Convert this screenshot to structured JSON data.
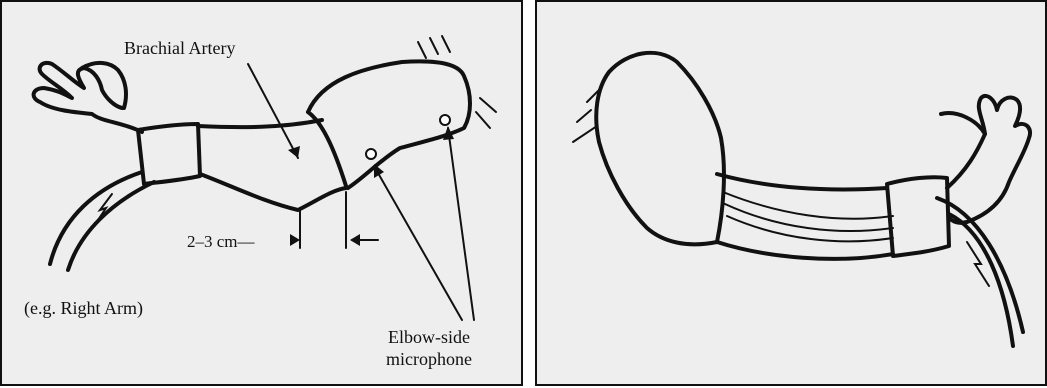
{
  "left_panel": {
    "label_artery": "Brachial Artery",
    "label_distance": "2–3 cm—",
    "label_example": "(e.g. Right Arm)",
    "label_microphone_line1": "Elbow-side",
    "label_microphone_line2": "microphone"
  }
}
